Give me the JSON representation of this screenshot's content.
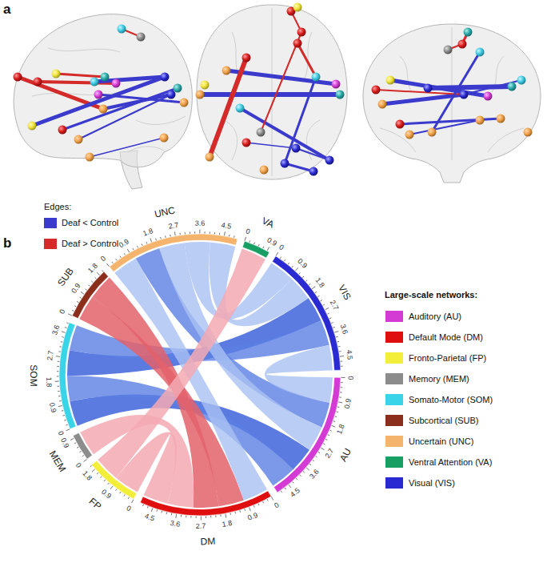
{
  "diagram": {
    "nodes": [
      {
        "text": [
          "UNC"
        ]
      },
      {
        "text": [
          "VA"
        ]
      },
      {
        "text": [
          "VIS"
        ]
      },
      {
        "text": [
          "AU"
        ]
      },
      {
        "text": [
          "DM"
        ]
      },
      {
        "text": [
          "FP"
        ]
      },
      {
        "text": [
          "MEM"
        ]
      },
      {
        "text": [
          "SOM"
        ]
      },
      {
        "text": [
          "SUB"
        ]
      }
    ],
    "edges": [
      {
        "from": 7,
        "to": 2,
        "arrow": "none"
      },
      {
        "from": 7,
        "to": 2,
        "arrow": "none"
      },
      {
        "from": 7,
        "to": 3,
        "arrow": "none"
      },
      {
        "from": 7,
        "to": 3,
        "arrow": "none"
      },
      {
        "from": 8,
        "to": 4,
        "arrow": "none"
      },
      {
        "from": 8,
        "to": 4,
        "arrow": "none"
      },
      {
        "from": 0,
        "to": 2,
        "arrow": "none"
      },
      {
        "from": 0,
        "to": 2,
        "arrow": "none"
      },
      {
        "from": 0,
        "to": 4,
        "arrow": "none"
      },
      {
        "from": 0,
        "to": 3,
        "arrow": "none"
      },
      {
        "from": 0,
        "to": 3,
        "arrow": "none"
      },
      {
        "from": 1,
        "to": 5,
        "arrow": "none"
      },
      {
        "from": 5,
        "to": 4,
        "arrow": "none"
      },
      {
        "from": 6,
        "to": 4,
        "arrow": "none"
      },
      {
        "from": 2,
        "to": 3,
        "arrow": "none"
      }
    ],
    "labels": [
      "a",
      "Edges:",
      "b",
      "0",
      "0.9",
      "1.8",
      "2.7",
      "3.6",
      "4.5",
      "0",
      "0.9",
      "0",
      "0.9",
      "1.8",
      "2.7",
      "3.6",
      "4.5",
      "0",
      "0.9",
      "1.8",
      "2.7",
      "3.6",
      "4.5",
      "0",
      "0.9",
      "1.8",
      "2.7",
      "3.6",
      "4.5",
      "0",
      "0.9",
      "1.8",
      "0",
      "0.9",
      "0",
      "0.9",
      "1.8",
      "2.7",
      "3.6",
      "0",
      "0.9",
      "1.8",
      "Large-scale networks:"
    ],
    "legend": [
      {
        "text": "Deaf < Control",
        "color": "#3a3acc"
      },
      {
        "text": "Deaf > Control",
        "color": "#d42a2a"
      },
      {
        "text": "Auditory (AU)",
        "color": "#d43ad4"
      },
      {
        "text": "Default Mode (DM)",
        "color": "#e00f0f"
      },
      {
        "text": "Fronto-Parietal (FP)",
        "color": "#f2ee3a"
      },
      {
        "text": "Memory (MEM)",
        "color": "#8c8c8c"
      },
      {
        "text": "Somato-Motor (SOM)",
        "color": "#3ad4e8"
      },
      {
        "text": "Subcortical (SUB)",
        "color": "#8b2e1c"
      },
      {
        "text": "Uncertain (UNC)",
        "color": "#f5b46e"
      },
      {
        "text": "Ventral Attention (VA)",
        "color": "#18a064"
      },
      {
        "text": "Visual (VIS)",
        "color": "#2a2ad2"
      }
    ]
  }
}
